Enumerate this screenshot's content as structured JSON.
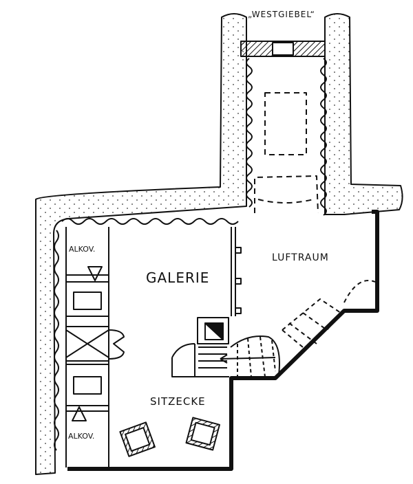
{
  "plan": {
    "gable_label": "„WESTGIEBEL“",
    "rooms": {
      "galerie": "GALERIE",
      "luftraum": "LUFTRAUM",
      "sitzecke": "SITZECKE",
      "alkoven_top": "ALKOV.",
      "alkoven_bottom": "ALKOV."
    }
  },
  "colors": {
    "ink": "#111111",
    "paper": "#ffffff"
  }
}
